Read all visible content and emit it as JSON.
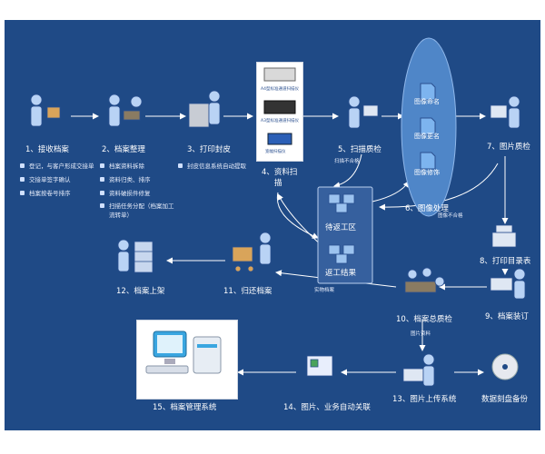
{
  "steps": {
    "s1": "1、接收档案",
    "s2": "2、档案整理",
    "s3": "3、打印封皮",
    "s4_line1": "4、资料扫",
    "s4_line2": "描",
    "s5": "5、扫描质检",
    "s6": "6、图像处理",
    "s7": "7、图片质检",
    "s8": "8、打印目录表",
    "s9": "9、档案装订",
    "s10": "10、档案总质检",
    "s11": "11、归还档案",
    "s12": "12、档案上架",
    "s13": "13、图片上传系统",
    "s14": "14、图片、业务自动关联",
    "s15": "15、档案管理系统",
    "backup": "数据刻盘备份"
  },
  "notes": {
    "receive": [
      "登记，与客户形成交接单",
      "交接单签字确认",
      "档案按卷号排序"
    ],
    "organize": [
      "档案资料拆除",
      "资料归类、排序",
      "资料破损件修复",
      "扫描任务分配（档案加工"
    ],
    "organize_cont": "流转单）",
    "cover": "封皮信息系统自动提取",
    "scan_fail": "扫描不合格",
    "img_fail": "图像不合格",
    "physical": "实物档案",
    "img_data": "图片资料"
  },
  "image_ops": [
    "图像命名",
    "图像更名",
    "图像修饰"
  ],
  "rework": {
    "area": "待返工区",
    "result": "返工结果"
  },
  "scanners": [
    "A4型标准通道扫描仪",
    "A3型标准通道扫描仪",
    "宽幅扫描仪"
  ],
  "colors": {
    "background": "#1f4a86",
    "ellipse": "#4f86c8",
    "arrow": "#ffffff"
  }
}
